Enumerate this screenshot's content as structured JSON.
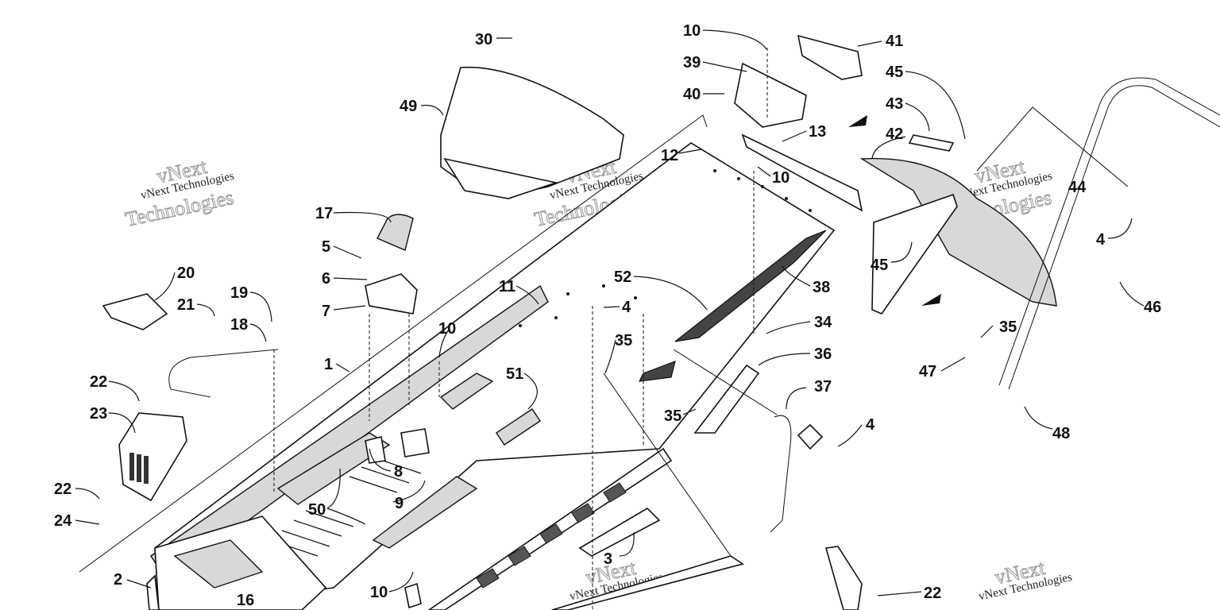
{
  "watermark": {
    "line1": "vNext",
    "line2": "vNext Technologies",
    "line3": "Technologies"
  },
  "callouts": [
    {
      "id": "c30",
      "label": "30"
    },
    {
      "id": "c49",
      "label": "49"
    },
    {
      "id": "c10a",
      "label": "10"
    },
    {
      "id": "c39",
      "label": "39"
    },
    {
      "id": "c40",
      "label": "40"
    },
    {
      "id": "c41",
      "label": "41"
    },
    {
      "id": "c45a",
      "label": "45"
    },
    {
      "id": "c43",
      "label": "43"
    },
    {
      "id": "c42",
      "label": "42"
    },
    {
      "id": "c44",
      "label": "44"
    },
    {
      "id": "c13",
      "label": "13"
    },
    {
      "id": "c12",
      "label": "12"
    },
    {
      "id": "c10b",
      "label": "10"
    },
    {
      "id": "c17",
      "label": "17"
    },
    {
      "id": "c5",
      "label": "5"
    },
    {
      "id": "c6",
      "label": "6"
    },
    {
      "id": "c7",
      "label": "7"
    },
    {
      "id": "c20",
      "label": "20"
    },
    {
      "id": "c21",
      "label": "21"
    },
    {
      "id": "c19",
      "label": "19"
    },
    {
      "id": "c18",
      "label": "18"
    },
    {
      "id": "c1",
      "label": "1"
    },
    {
      "id": "c11",
      "label": "11"
    },
    {
      "id": "c52",
      "label": "52"
    },
    {
      "id": "c4a",
      "label": "4"
    },
    {
      "id": "c38",
      "label": "38"
    },
    {
      "id": "c45b",
      "label": "45"
    },
    {
      "id": "c4b",
      "label": "4"
    },
    {
      "id": "c46",
      "label": "46"
    },
    {
      "id": "c34",
      "label": "34"
    },
    {
      "id": "c35a",
      "label": "35"
    },
    {
      "id": "c10c",
      "label": "10"
    },
    {
      "id": "c22a",
      "label": "22"
    },
    {
      "id": "c23",
      "label": "23"
    },
    {
      "id": "c51",
      "label": "51"
    },
    {
      "id": "c36",
      "label": "36"
    },
    {
      "id": "c35b",
      "label": "35"
    },
    {
      "id": "c47",
      "label": "47"
    },
    {
      "id": "c37",
      "label": "37"
    },
    {
      "id": "c35c",
      "label": "35"
    },
    {
      "id": "c48",
      "label": "48"
    },
    {
      "id": "c8",
      "label": "8"
    },
    {
      "id": "c4c",
      "label": "4"
    },
    {
      "id": "c22b",
      "label": "22"
    },
    {
      "id": "c9",
      "label": "9"
    },
    {
      "id": "c24",
      "label": "24"
    },
    {
      "id": "c50",
      "label": "50"
    },
    {
      "id": "c3",
      "label": "3"
    },
    {
      "id": "c2",
      "label": "2"
    },
    {
      "id": "c10d",
      "label": "10"
    },
    {
      "id": "c16",
      "label": "16"
    },
    {
      "id": "c22c",
      "label": "22"
    }
  ]
}
